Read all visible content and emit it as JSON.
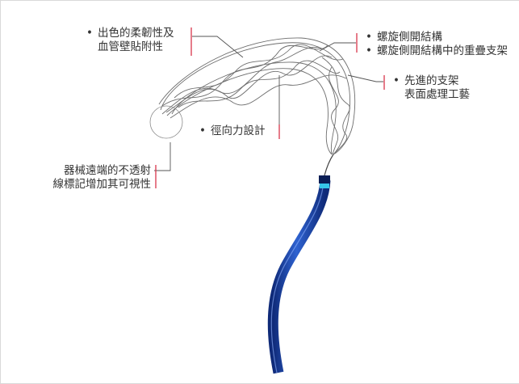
{
  "colors": {
    "accent_tick": "#d9364a",
    "leader_line": "#555555",
    "catheter": "#1f47a8",
    "text": "#333333"
  },
  "bullet": "•",
  "annotations": [
    {
      "id": "flexibility",
      "lines": [
        "出色的柔韌性及",
        "血管壁貼附性"
      ]
    },
    {
      "id": "spiral",
      "lines": [
        "螺旋側開結構",
        "螺旋側開結構中的重疊支架"
      ]
    },
    {
      "id": "surface",
      "lines": [
        "先進的支架",
        "表面處理工藝"
      ]
    },
    {
      "id": "radial",
      "lines": [
        "徑向力設計"
      ]
    },
    {
      "id": "marker",
      "lines": [
        "器械遠端的不透射",
        "線標記增加其可視性"
      ]
    }
  ]
}
